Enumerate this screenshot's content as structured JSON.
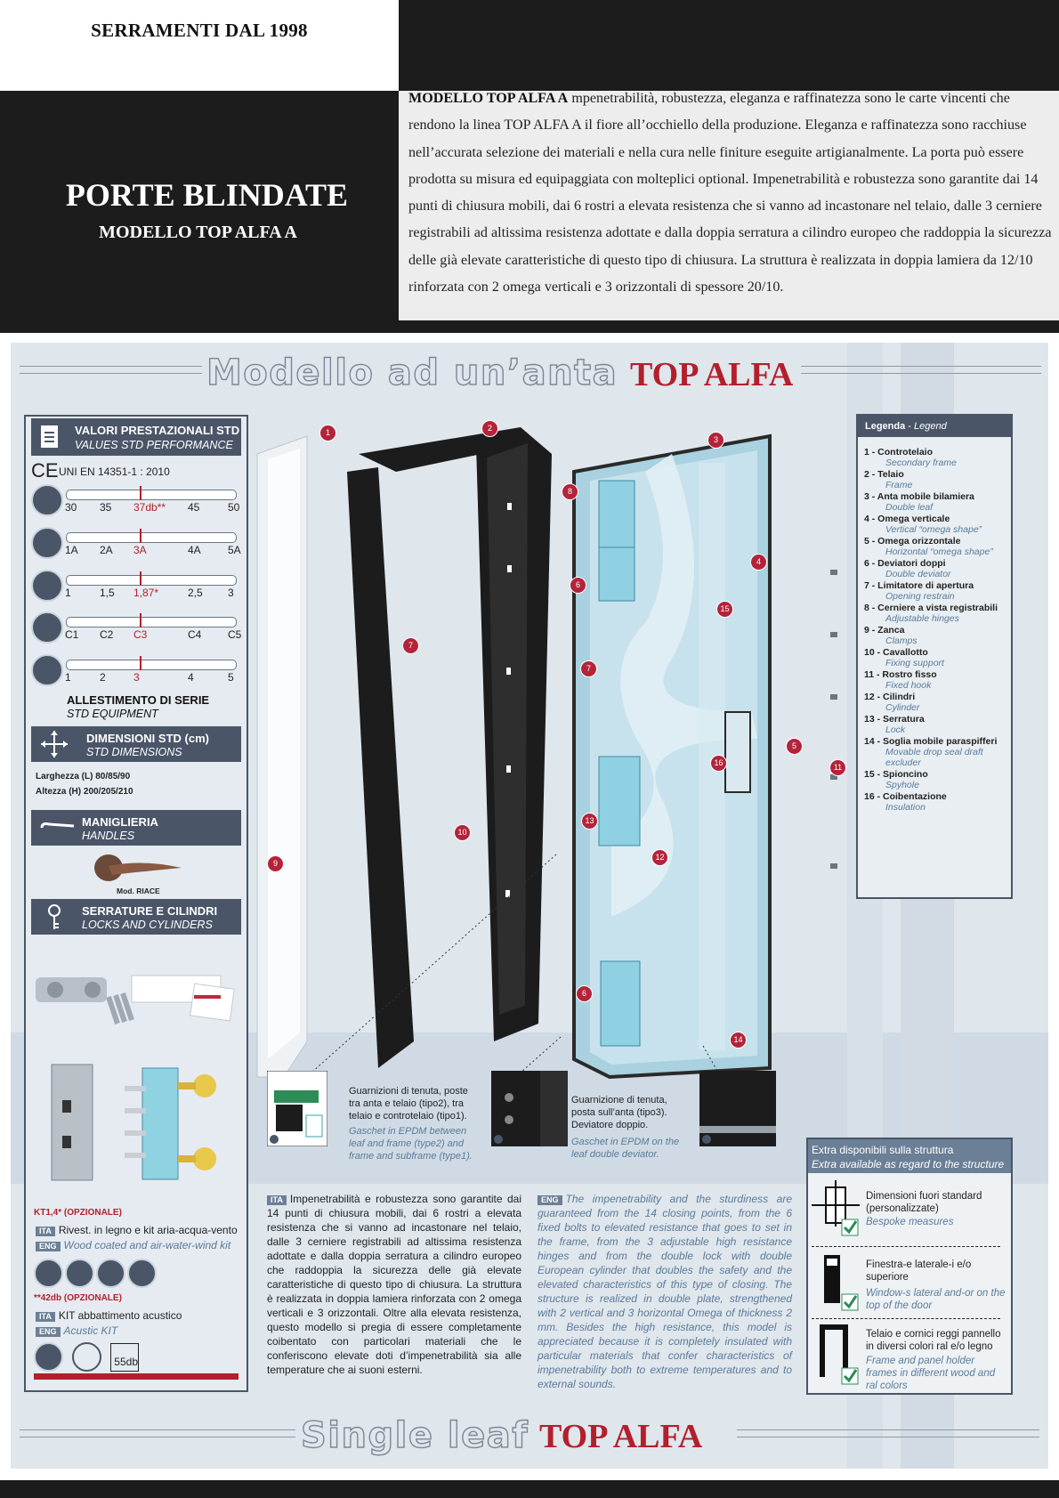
{
  "header": {
    "brand": "SERRAMENTI DAL 1998",
    "title": "PORTE BLINDATE",
    "subtitle": "MODELLO TOP ALFA A",
    "intro_bold": "MODELLO TOP ALFA A",
    "intro_text": " mpenetrabilità, robustezza, eleganza e raffinatezza sono le carte vincenti che rendono la linea TOP ALFA A il fiore all’occhiello della produzione. Eleganza e raffinatezza sono racchiuse nell’accurata selezione dei materiali e nella cura nelle finiture eseguite artigianalmente. La porta può essere prodotta su misura ed equipaggiata con molteplici optional. Impenetrabilità e robustezza sono garantite dai 14 punti di chiusura mobili, dai 6 rostri a elevata resistenza che si vanno ad incastonare nel telaio, dalle 3 cerniere registrabili ad altissima resistenza adottate e dalla doppia serratura a cilindro europeo che raddoppia la sicurezza delle già elevate caratteristiche di questo tipo di chiusura. La struttura è realizzata in doppia lamiera da 12/10 rinforzata con 2 omega verticali e 3 orizzontali di spessore 20/10."
  },
  "banner": {
    "top_outline": "Modello ad un’anta",
    "top_red": "TOP ALFA",
    "bottom_outline": "Single leaf",
    "bottom_red": "TOP ALFA"
  },
  "left": {
    "perf_title": "VALORI PRESTAZIONALI STD",
    "perf_sub": "VALUES STD PERFORMANCE",
    "ce": "CE",
    "norm": "UNI EN 14351-1 : 2010",
    "scales": [
      {
        "icon": "acoustic-icon",
        "ticks": [
          "30",
          "35",
          "37db**",
          "45",
          "50"
        ]
      },
      {
        "icon": "water-icon",
        "ticks": [
          "1A",
          "2A",
          "3A",
          "4A",
          "5A"
        ]
      },
      {
        "icon": "thermal-icon",
        "ticks": [
          "1",
          "1,5",
          "1,87*",
          "2,5",
          "3"
        ]
      },
      {
        "icon": "wind-icon",
        "ticks": [
          "C1",
          "C2",
          "C3",
          "C4",
          "C5"
        ]
      },
      {
        "icon": "air-icon",
        "ticks": [
          "1",
          "2",
          "3",
          "4",
          "5"
        ]
      }
    ],
    "equip_title": "ALLESTIMENTO DI SERIE",
    "equip_sub": "STD EQUIPMENT",
    "dim_title": "DIMENSIONI STD (cm)",
    "dim_sub": "STD DIMENSIONS",
    "width": "Larghezza (L)  80/85/90",
    "height": "Altezza (H)  200/205/210",
    "handles_title": "MANIGLIERIA",
    "handles_sub": "HANDLES",
    "handle_model": "Mod. RIACE",
    "locks_title": "SERRATURE E CILINDRI",
    "locks_sub": "LOCKS AND CYLINDERS",
    "kt_title": "KT1,4* (OPZIONALE)",
    "ita": "ITA",
    "eng": "ENG",
    "kt_ita": "Rivest. in legno e kit aria-acqua-vento",
    "kt_eng": "Wood coated and air-water-wind kit",
    "db_title": "**42db (OPZIONALE)",
    "db_ita": "KIT abbattimento acustico",
    "db_eng": "Acustic KIT",
    "db_badge": "55db"
  },
  "legend": {
    "title": "Legenda",
    "title_en": "Legend",
    "items": [
      {
        "n": "1",
        "it": "Controtelaio",
        "en": "Secondary frame"
      },
      {
        "n": "2",
        "it": "Telaio",
        "en": "Frame"
      },
      {
        "n": "3",
        "it": "Anta mobile bilamiera",
        "en": "Double leaf"
      },
      {
        "n": "4",
        "it": "Omega verticale",
        "en": "Vertical “omega shape”"
      },
      {
        "n": "5",
        "it": "Omega orizzontale",
        "en": "Horizontal “omega shape”"
      },
      {
        "n": "6",
        "it": "Deviatori doppi",
        "en": "Double deviator"
      },
      {
        "n": "7",
        "it": "Limitatore di apertura",
        "en": "Opening restrain"
      },
      {
        "n": "8",
        "it": "Cerniere a vista registrabili",
        "en": "Adjustable hinges"
      },
      {
        "n": "9",
        "it": "Zanca",
        "en": "Clamps"
      },
      {
        "n": "10",
        "it": "Cavallotto",
        "en": "Fixing support"
      },
      {
        "n": "11",
        "it": "Rostro fisso",
        "en": "Fixed hook"
      },
      {
        "n": "12",
        "it": "Cilindri",
        "en": "Cylinder"
      },
      {
        "n": "13",
        "it": "Serratura",
        "en": "Lock"
      },
      {
        "n": "14",
        "it": "Soglia mobile paraspifferi",
        "en": "Movable drop seal draft excluder"
      },
      {
        "n": "15",
        "it": "Spioncino",
        "en": "Spyhole"
      },
      {
        "n": "16",
        "it": "Coibentazione",
        "en": "Insulation"
      }
    ]
  },
  "callouts": [
    "1",
    "2",
    "3",
    "4",
    "5",
    "6",
    "7",
    "8",
    "9",
    "10",
    "11",
    "12",
    "13",
    "14",
    "15",
    "16",
    "6",
    "7"
  ],
  "captions": {
    "c1_it": "Guarnizioni di tenuta, poste tra anta e telaio (tipo2), tra telaio e controtelaio (tipo1).",
    "c1_en": "Gaschet in EPDM between leaf and frame (type2) and frame and subframe (type1).",
    "c2_it": "Guarnizione di tenuta, posta sull’anta (tipo3). Deviatore doppio.",
    "c2_en": "Gaschet in EPDM on the leaf double deviator."
  },
  "body": {
    "ita_tag": "ITA",
    "ita": "Impenetrabilità e robustezza sono garantite dai 14 punti di chiusura mobili, dai 6 rostri a elevata resistenza che si vanno ad incastonare nel telaio, dalle 3 cerniere registrabili ad altissima resistenza adottate e dalla doppia serratura a cilindro europeo che raddoppia la sicurezza delle già elevate caratteristiche di questo tipo di chiusura. La struttura è realizzata in doppia lamiera rinforzata con 2 omega verticali e 3 orizzontali. Oltre alla elevata resistenza, questo modello si pregia di essere completamente coibentato con particolari materiali che le conferiscono elevate doti d’impenetrabilità sia alle temperature che ai suoni esterni.",
    "eng_tag": "ENG",
    "eng": "The impenetrability and the sturdiness are guaranteed from the 14 closing points, from the 6 fixed bolts to elevated resistance that goes to set in the frame, from the 3 adjustable high resistance hinges and from the double lock with double European cylinder that doubles the safety and the elevated characteristics of this type of closing. The structure is realized in double plate, strengthened with 2 vertical and 3 horizontal Omega of thickness 2 mm. Besides the high resistance, this model is appreciated because it is completely insulated with particular materials that confer characteristics of impenetrability both to extreme temperatures and to external sounds."
  },
  "extras": {
    "title": "Extra disponibili sulla struttura",
    "title_en": "Extra available as regard to the structure",
    "items": [
      {
        "it": "Dimensioni fuori standard (personalizzate)",
        "en": "Bespoke measures"
      },
      {
        "it": "Finestra-e laterale-i e/o superiore",
        "en": "Window-s lateral and-or on the top of the door"
      },
      {
        "it": "Telaio e cornici reggi pannello in diversi colori ral e/o legno",
        "en": "Frame and panel holder frames in different wood and ral colors"
      }
    ]
  },
  "colors": {
    "accent_red": "#b31f2c",
    "band": "#4a5568",
    "link_blue": "#5a7a9a"
  }
}
